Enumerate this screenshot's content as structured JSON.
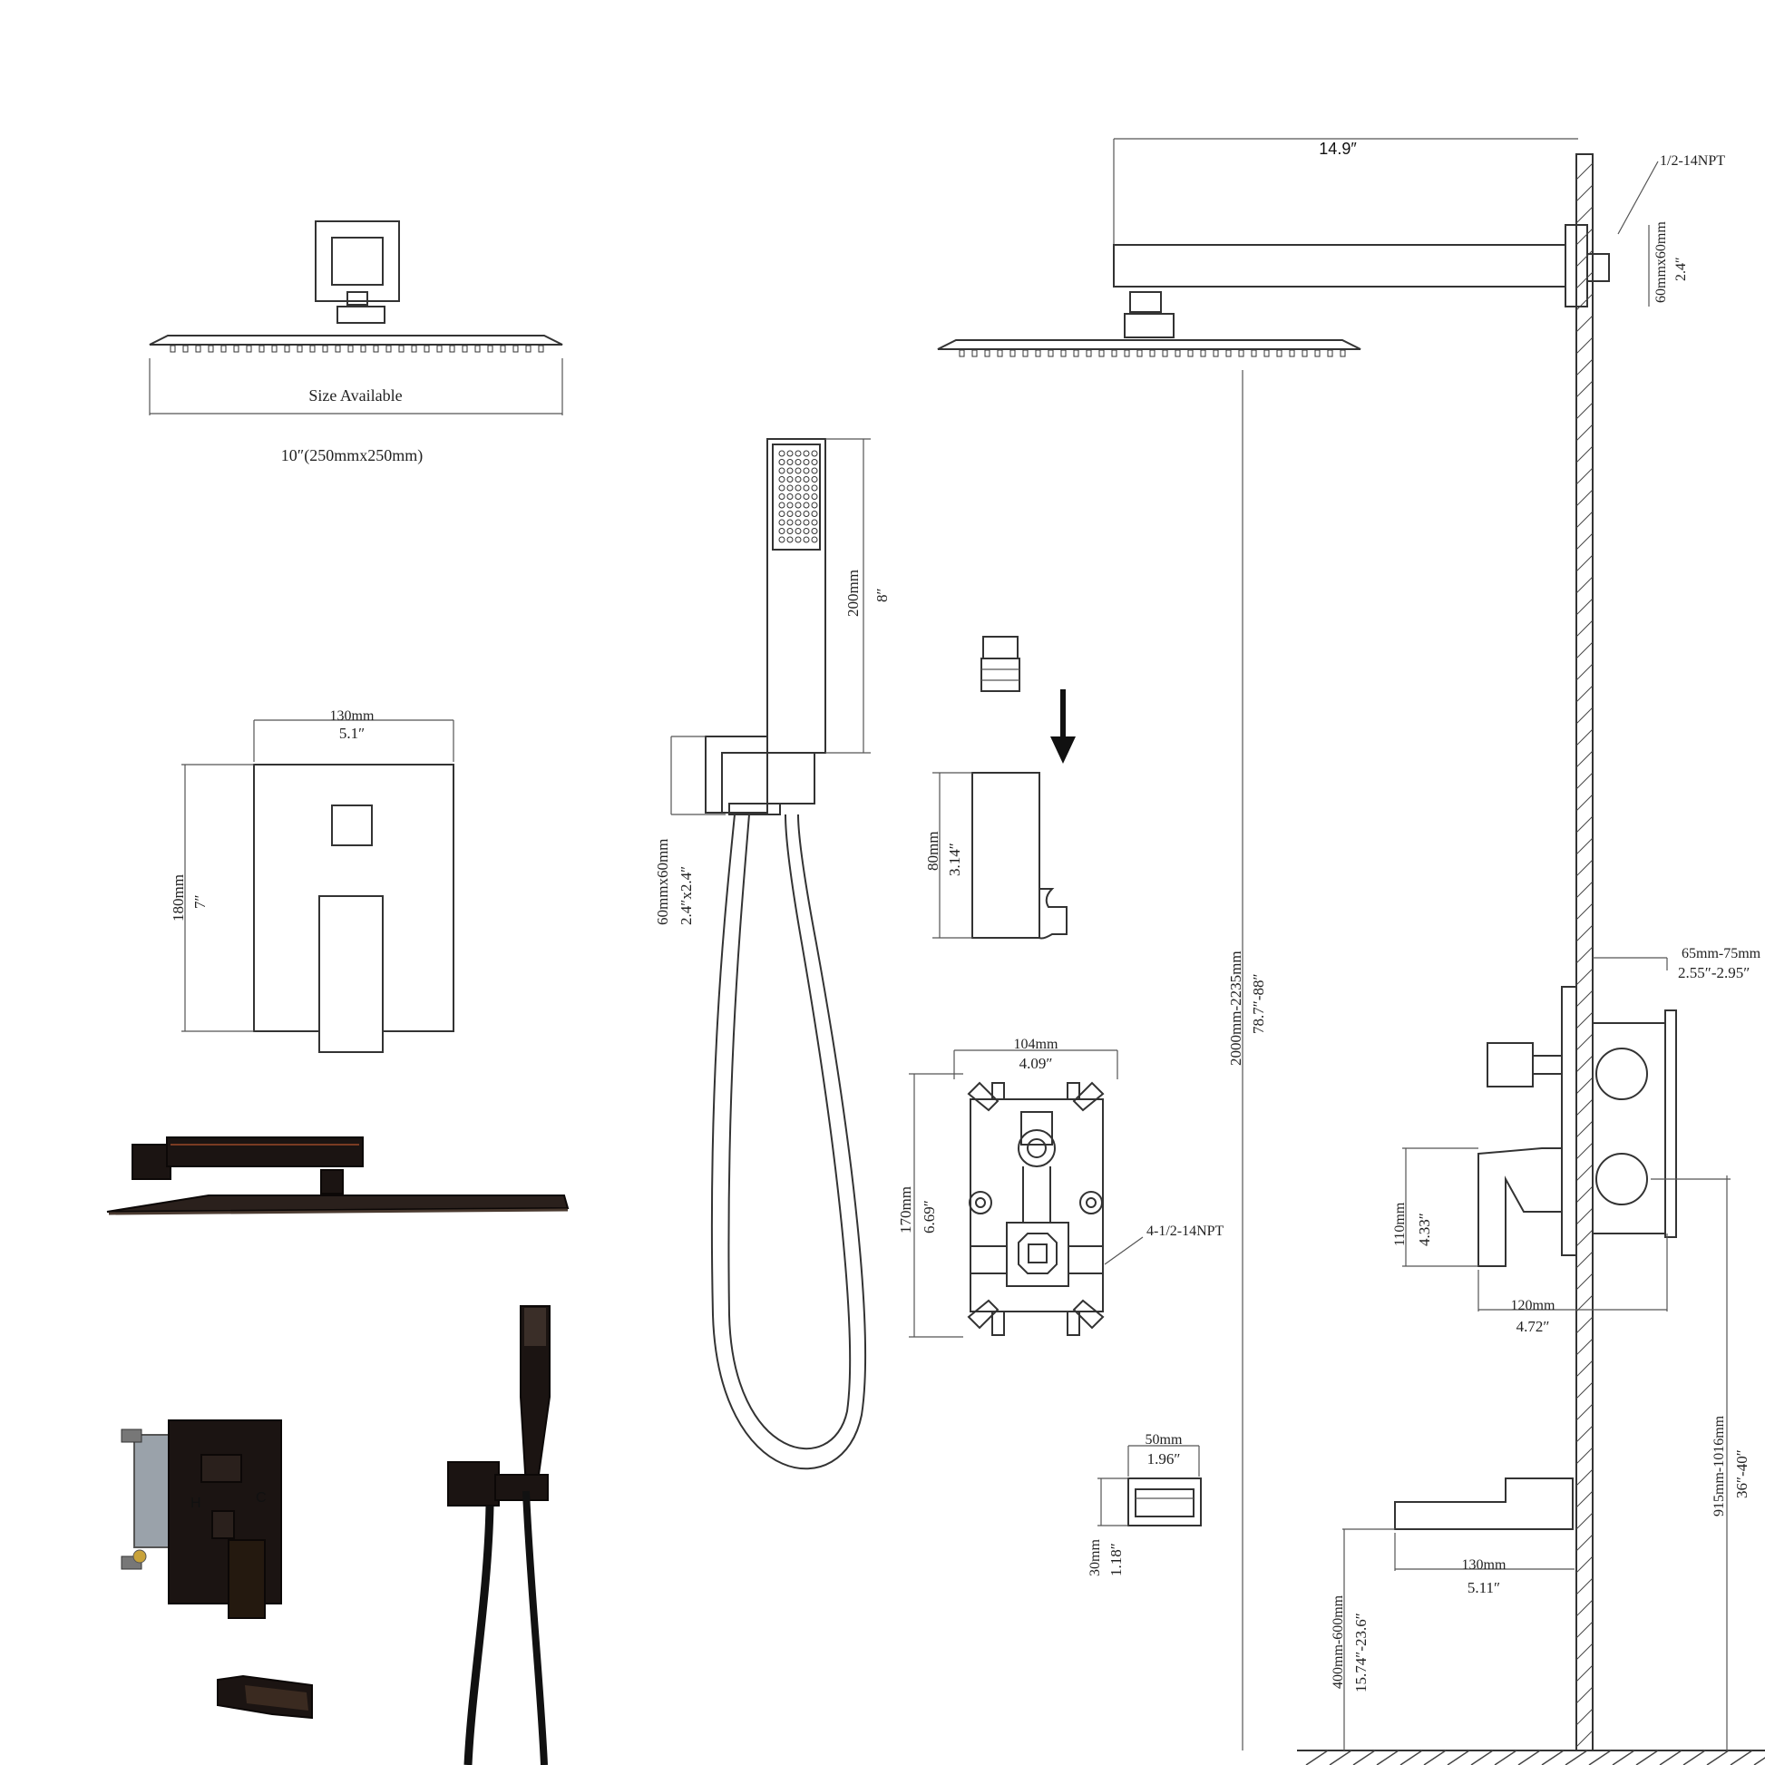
{
  "shower_head": {
    "size_label": "Size Available",
    "size_value": "10″(250mmx250mm)"
  },
  "arm": {
    "length": "14.9″",
    "thread": "1/2-14NPT",
    "flange_mm": "60mmx60mm",
    "flange_in": "2.4″"
  },
  "hand_shower": {
    "length_mm": "200mm",
    "length_in": "8″",
    "elbow_mm": "60mmx60mm",
    "elbow_in": "2.4″x2.4″"
  },
  "holder": {
    "height_mm": "80mm",
    "height_in": "3.14″"
  },
  "trim_plate": {
    "width_mm": "130mm",
    "width_in": "5.1″",
    "height_mm": "180mm",
    "height_in": "7″"
  },
  "valve_body": {
    "width_mm": "104mm",
    "width_in": "4.09″",
    "height_mm": "170mm",
    "height_in": "6.69″",
    "ports": "4-1/2-14NPT"
  },
  "spout_face": {
    "width_mm": "50mm",
    "width_in": "1.96″",
    "height_mm": "30mm",
    "height_in": "1.18″"
  },
  "install": {
    "total_height_mm": "2000mm-2235mm",
    "total_height_in": "78.7″-88″",
    "wall_depth_mm": "65mm-75mm",
    "wall_depth_in": "2.55″-2.95″",
    "handle_mm": "110mm",
    "handle_in": "4.33″",
    "handle_projection_mm": "120mm",
    "handle_projection_in": "4.72″",
    "valve_height_mm": "915mm-1016mm",
    "valve_height_in": "36″-40″",
    "spout_length_mm": "130mm",
    "spout_length_in": "5.11″",
    "spout_height_mm": "400mm-600mm",
    "spout_height_in": "15.74″-23.6″"
  },
  "valve_photo": {
    "hot_label": "H",
    "cold_label": "C",
    "hot_color": "#c0392b",
    "cold_color": "#1f7fd0"
  }
}
